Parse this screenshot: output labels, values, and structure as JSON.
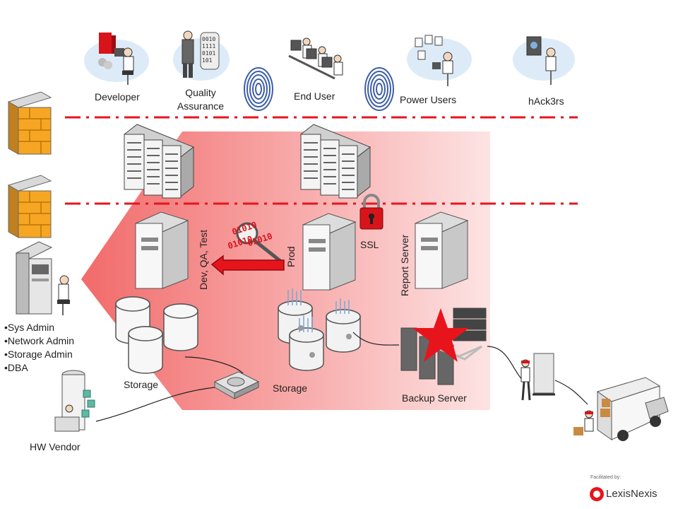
{
  "users": {
    "developer": "Developer",
    "quality_assurance_line1": "Quality",
    "quality_assurance_line2": "Assurance",
    "end_user": "End User",
    "power_users": "Power Users",
    "hackers": "hAck3rs"
  },
  "zones": {
    "dev_qa_test": "Dev, QA, Test",
    "prod": "Prod",
    "ssl": "SSL",
    "report_server": "Report Server",
    "storage_left": "Storage",
    "storage_right": "Storage",
    "backup_server": "Backup Server",
    "hw_vendor": "HW Vendor",
    "binary_top": "01010",
    "binary_mid": "01010",
    "binary_bot": "01010"
  },
  "admin_roles": [
    "Sys Admin",
    "Network Admin",
    "Storage Admin",
    "DBA"
  ],
  "branding": {
    "facilitated_by": "Facilitated by:",
    "company": "LexisNexis"
  },
  "colors": {
    "zone_fill_start": "#f26a6a",
    "zone_fill_end": "#fde3e3",
    "dashed_line": "#e8141c",
    "firewall": "#f6a623",
    "lock": "#d7141a",
    "star": "#e8141c",
    "arrow": "#e8141c"
  }
}
